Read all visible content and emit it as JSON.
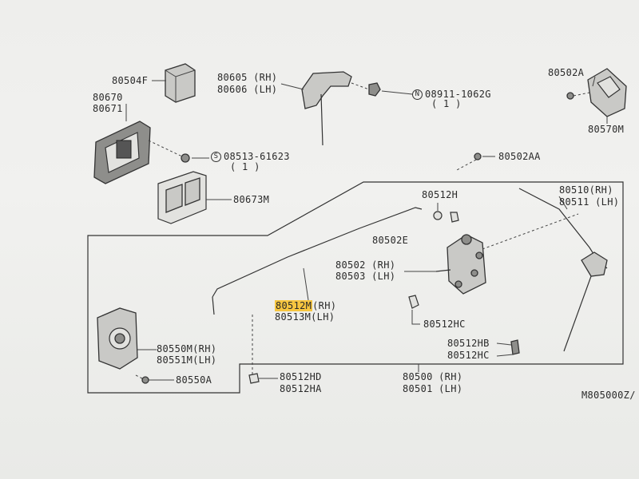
{
  "labels": {
    "p80504f": "80504F",
    "p80670": "80670",
    "p80671": "80671",
    "p80605": "80605 (RH)",
    "p80606": "80606 (LH)",
    "n08911": "N",
    "n08911_num": "08911-1062G",
    "n08911_qty": "( 1 )",
    "p80502a": "80502A",
    "p80570m": "80570M",
    "s08513": "S",
    "s08513_num": "08513-61623",
    "s08513_qty": "( 1 )",
    "p80502aa": "80502AA",
    "p80673m": "80673M",
    "p80512h": "80512H",
    "p80510": "80510(RH)",
    "p80511": "80511 (LH)",
    "p80502e": "80502E",
    "p80502": "80502 (RH)",
    "p80503": "80503 (LH)",
    "p80512m_code": "80512M",
    "p80512m_side": "(RH)",
    "p80513m": "80513M(LH)",
    "p80512hc": "80512HC",
    "p80550m": "80550M(RH)",
    "p80551m": "80551M(LH)",
    "p80512hb": "80512HB",
    "p80512hc2": "80512HC",
    "p80550a": "80550A",
    "p80512hd": "80512HD",
    "p80512ha": "80512HA",
    "p80500": "80500 (RH)",
    "p80501": "80501 (LH)",
    "diagram_code": "M805000Z/"
  },
  "colors": {
    "screen_bg": "#efefed",
    "line": "#333333",
    "highlight": "#f7c640"
  }
}
